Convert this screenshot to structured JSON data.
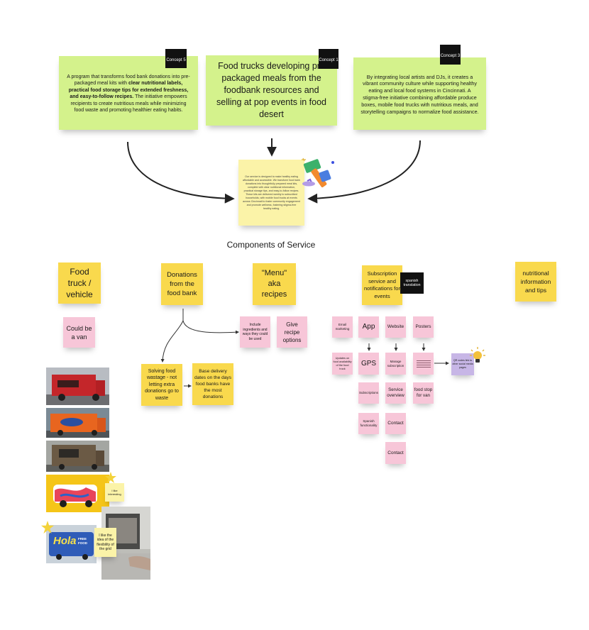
{
  "concepts": {
    "c5": {
      "tag": "Concept 5",
      "text_a": "A program that transforms food bank donations into pre-packaged meal kits with ",
      "text_bold": "clear nutritional labels, practical food storage tips for extended freshness, and easy-to-follow recipes.",
      "text_b": " The initiative empowers recipients to create nutritious meals while minimizing food waste and promoting healthier eating habits."
    },
    "c1": {
      "tag": "Concept 1",
      "text": "Food trucks developing pre packaged meals from the foodbank resources and selling at pop events in food desert"
    },
    "c3": {
      "tag": "Concept 3",
      "text": "By integrating local artists and DJs, it creates a vibrant community culture while supporting healthy eating and local food systems in Cincinnati. A stigma-free initiative combining affordable produce boxes, mobile food trucks with nutritious meals, and storytelling campaigns to normalize food assistance."
    },
    "merged": "Our service is designed to make healthy eating affordable and accessible. We transform food bank donations into thoughtfully prepared meal kits, complete with clear nutritional information, practical storage tips, and easy-to-follow recipes. These kits are delivered weekly to subscribed households, with mobile food trucks at events across Cincinnati to foster community engagement and promote wellness, fostering stigma-free healthy eating."
  },
  "section_title": "Components of Service",
  "components": {
    "food_truck": "Food truck / vehicle",
    "donations": "Donations from the food bank",
    "menu": "\"Menu\" aka recipes",
    "subscription": "Subscription service and notifications for events",
    "subscription_tag": "spanish translation",
    "nutrition": "nutritional information and tips"
  },
  "food_truck_notes": {
    "van": "Could be a van"
  },
  "donation_notes": {
    "solving": "Solving food wastage - not letting extra donations go to waste",
    "base_delivery": "Base delivery dates on the days food banks have the most donations"
  },
  "menu_notes": {
    "include": "Include ingredients and ways they could be used",
    "give": "Give recipe options"
  },
  "subscription_notes": {
    "email": "Email marketing",
    "app": "App",
    "website": "Website",
    "posters": "Posters",
    "updates": "Updates on food availability of the food truck",
    "gps": "GPS",
    "manage": "Manage subscription",
    "subscriptions": "Subscriptions",
    "service_overview": "Service overview",
    "food_stop": "food stop for van",
    "spanish": "Spanish functionality",
    "contact1": "Contact",
    "contact2": "Contact",
    "qr": "QR codes link to other social media pages"
  },
  "image_notes": {
    "interesting": "I like interesting",
    "flexibility": "I like the idea of the flexibility of the grid"
  },
  "photo_texts": {
    "hola": "Hola",
    "free_food": "FREE FOOD"
  },
  "colors": {
    "green_note": "#d4f28c",
    "yellow_note": "#f9d94d",
    "pink_note": "#f7c6d8",
    "tag": "#111111",
    "lilac_note": "#c7b6e6"
  },
  "icons": {
    "merged": "hammer-icon",
    "qr": "lightbulb-icon",
    "photo_star": "star-icon"
  }
}
